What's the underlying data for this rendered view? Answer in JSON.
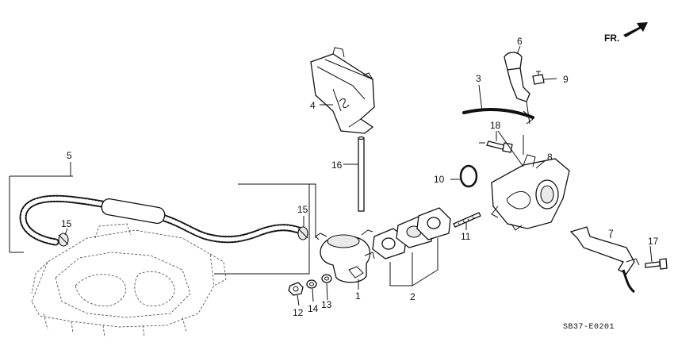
{
  "direction_label": "FR.",
  "diagram_code": "SB37-E0201",
  "callouts": {
    "c1": "1",
    "c2": "2",
    "c3": "3",
    "c4": "4",
    "c5": "5",
    "c6": "6",
    "c7": "7",
    "c8": "8",
    "c9": "9",
    "c10": "10",
    "c11": "11",
    "c12": "12",
    "c13": "13",
    "c14": "14",
    "c15a": "15",
    "c15b": "15",
    "c16": "16",
    "c17": "17",
    "c18": "18"
  }
}
